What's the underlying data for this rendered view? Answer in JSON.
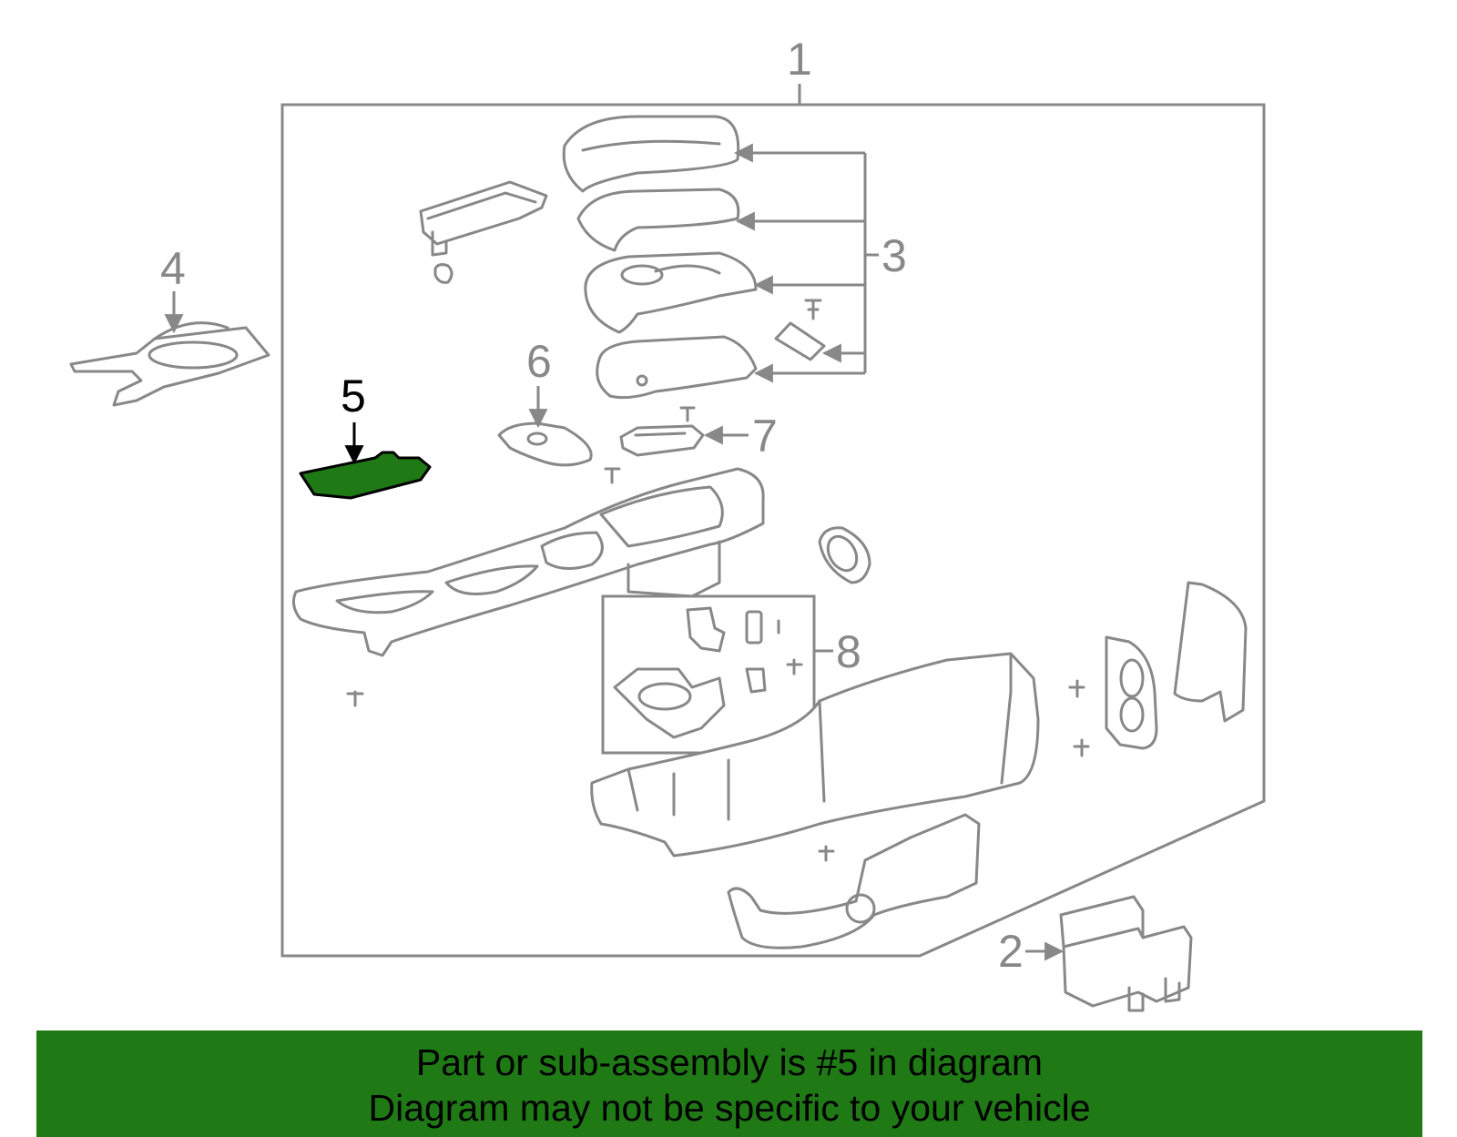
{
  "diagram": {
    "callouts": {
      "c1": "1",
      "c2": "2",
      "c3": "3",
      "c4": "4",
      "c5": "5",
      "c6": "6",
      "c7": "7",
      "c8": "8"
    },
    "highlighted_part": "5",
    "highlight_color": "#1f7a16",
    "line_color": "#888888"
  },
  "footer": {
    "line1": "Part or sub-assembly is #5 in diagram",
    "line2": "Diagram may not be specific to your vehicle",
    "background": "#1f7a16"
  }
}
